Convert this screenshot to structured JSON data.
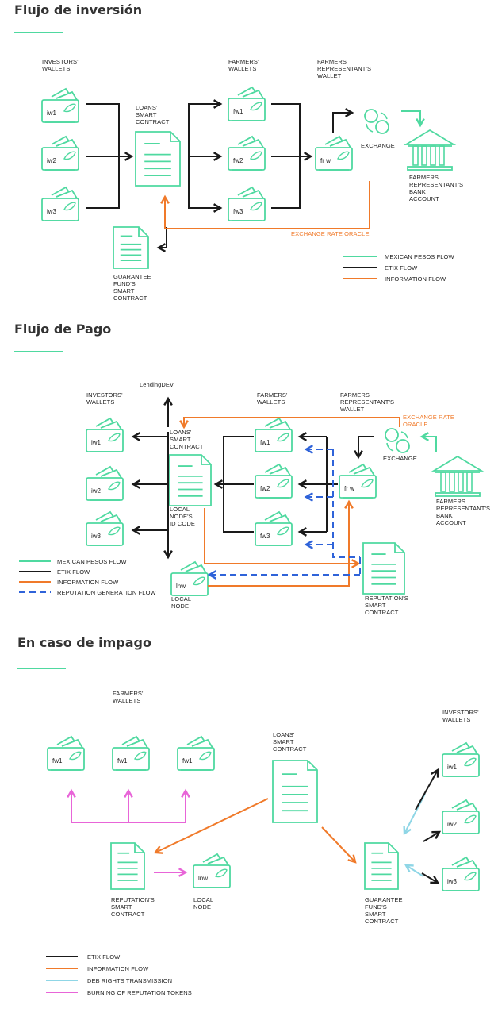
{
  "colors": {
    "mexican_pesos_flow": "#4fd9a0",
    "etix_flow": "#1a1a1a",
    "information_flow": "#f07a2a",
    "reputation_generation_flow": "#2f63d9",
    "deb_rights_transmission": "#8fd6e6",
    "burning_reputation_tokens": "#e865d8"
  },
  "s1": {
    "title": "Flujo de inversión",
    "investors_wallets": [
      "INVESTORS'",
      "WALLETS"
    ],
    "loans_contract": [
      "LOANS'",
      "SMART",
      "CONTRACT"
    ],
    "farmers_wallets": [
      "FARMERS'",
      "WALLETS"
    ],
    "frep_wallet": [
      "FARMERS",
      "REPRESENTANT'S",
      "WALLET"
    ],
    "exchange": "EXCHANGE",
    "bank": [
      "FARMERS",
      "REPRESENTANT'S",
      "BANK",
      "ACCOUNT"
    ],
    "oracle": "EXCHANGE RATE ORACLE",
    "guarantee": [
      "GUARANTEE",
      "FUND'S",
      "SMART",
      "CONTRACT"
    ],
    "iw": [
      "iw1",
      "iw2",
      "iw3"
    ],
    "fw": [
      "fw1",
      "fw2",
      "fw3"
    ],
    "frw": "fr w",
    "legend": [
      "MEXICAN PESOS FLOW",
      "ETIX FLOW",
      "INFORMATION FLOW"
    ]
  },
  "s2": {
    "title": "Flujo de Pago",
    "lendingdev": "LendingDEV",
    "investors_wallets": [
      "INVESTORS'",
      "WALLETS"
    ],
    "loans_contract": [
      "LOANS'",
      "SMART",
      "CONTRACT"
    ],
    "local_id": [
      "LOCAL",
      "NODE'S",
      "ID CODE"
    ],
    "farmers_wallets": [
      "FARMERS'",
      "WALLETS"
    ],
    "frep_wallet": [
      "FARMERS",
      "REPRESENTANT'S",
      "WALLET"
    ],
    "oracle": [
      "EXCHANGE RATE",
      "ORACLE"
    ],
    "exchange": "EXCHANGE",
    "bank": [
      "FARMERS",
      "REPRESENTANT'S",
      "BANK",
      "ACCOUNT"
    ],
    "reputation": [
      "REPUTATION'S",
      "SMART",
      "CONTRACT"
    ],
    "local_node": [
      "LOCAL",
      "NODE"
    ],
    "iw": [
      "iw1",
      "iw2",
      "iw3"
    ],
    "fw": [
      "fw1",
      "fw2",
      "fw3"
    ],
    "frw": "fr w",
    "lnw": "lnw",
    "legend": [
      "MEXICAN PESOS FLOW",
      "ETIX FLOW",
      "INFORMATION FLOW",
      "REPUTATION GENERATION FLOW"
    ]
  },
  "s3": {
    "title": "En caso de impago",
    "farmers_wallets": [
      "FARMERS'",
      "WALLETS"
    ],
    "loans_contract": [
      "LOANS'",
      "SMART",
      "CONTRACT"
    ],
    "investors_wallets": [
      "INVESTORS'",
      "WALLETS"
    ],
    "reputation": [
      "REPUTATION'S",
      "SMART",
      "CONTRACT"
    ],
    "local_node": [
      "LOCAL",
      "NODE"
    ],
    "guarantee": [
      "GUARANTEE",
      "FUND'S",
      "SMART",
      "CONTRACT"
    ],
    "fw": [
      "fw1",
      "fw1",
      "fw1"
    ],
    "iw": [
      "iw1",
      "iw2",
      "iw3"
    ],
    "lnw": "lnw",
    "legend": [
      "ETIX FLOW",
      "INFORMATION FLOW",
      "DEB RIGHTS TRANSMISSION",
      "BURNING OF REPUTATION TOKENS"
    ]
  }
}
